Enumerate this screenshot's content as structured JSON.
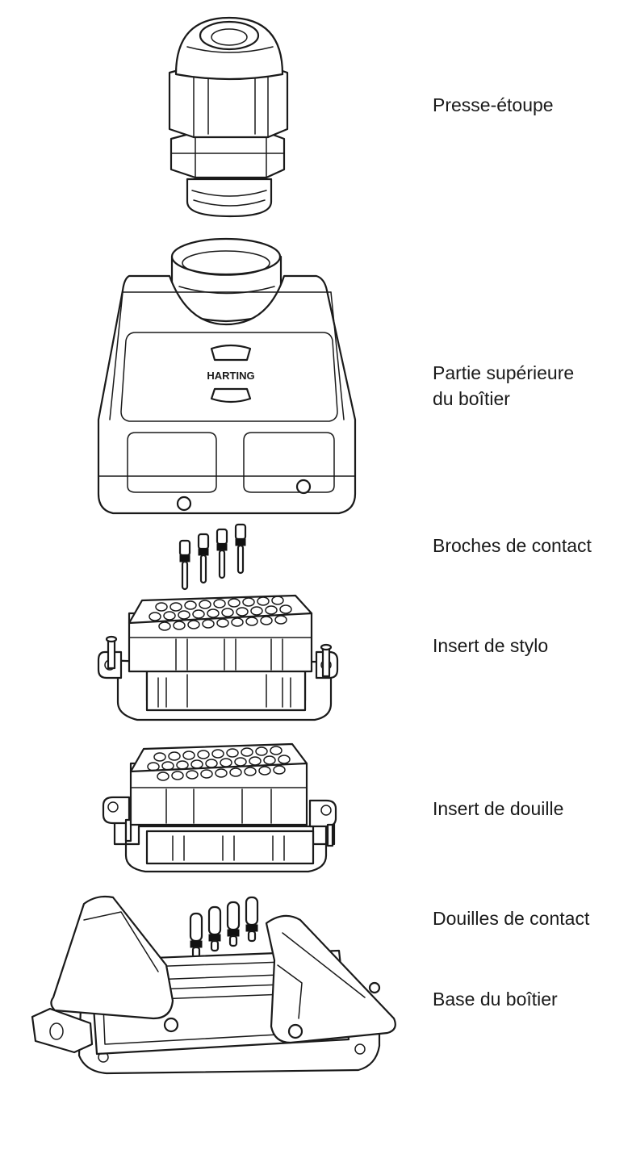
{
  "brand": "HARTING",
  "labels": [
    {
      "id": "cable-gland",
      "text": "Presse-étoupe"
    },
    {
      "id": "hood",
      "line1": "Partie supérieure",
      "line2": "du boîtier"
    },
    {
      "id": "male-contacts",
      "text": "Broches de contact"
    },
    {
      "id": "male-insert",
      "text": "Insert de stylo"
    },
    {
      "id": "female-insert",
      "text": "Insert de douille"
    },
    {
      "id": "female-contacts",
      "text": "Douilles de contact"
    },
    {
      "id": "housing-base",
      "text": "Base du boîtier"
    }
  ]
}
